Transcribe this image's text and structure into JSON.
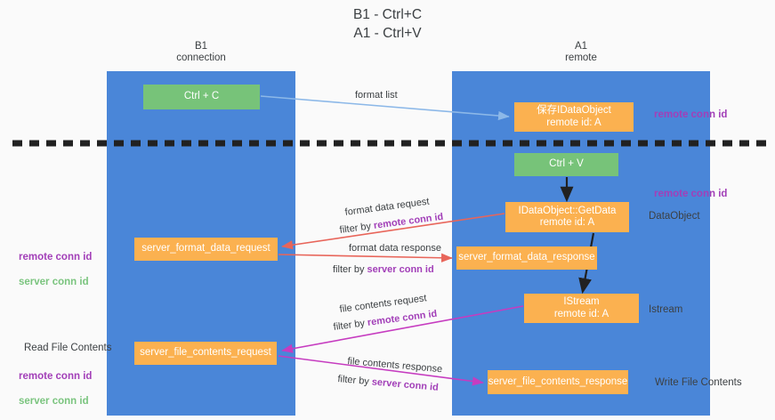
{
  "title": "B1 - Ctrl+C\nA1 - Ctrl+V",
  "lanes": [
    {
      "name": "b1",
      "head": "B1\nconnection",
      "color": "#4a86d8"
    },
    {
      "name": "a1",
      "head": "A1\nremote",
      "color": "#4a86d8"
    }
  ],
  "boxes": {
    "ctrl_c": "Ctrl + C",
    "save_dataobject": "保存IDataObject\nremote id: A",
    "ctrl_v": "Ctrl + V",
    "getdata": "IDataObject::GetData\nremote id: A",
    "server_format_data_request": "server_format_data_request",
    "server_format_data_response": "server_format_data_response",
    "istream": "IStream\nremote id: A",
    "server_file_contents_request": "server_file_contents_request",
    "server_file_contents_response": "server_file_contents_response"
  },
  "edge_labels": {
    "format_list": "format list",
    "format_data_request": "format data request",
    "filter_by_label": "filter by ",
    "remote_conn_id": "remote conn id",
    "server_conn_id": "server conn id",
    "format_data_response": "format data response",
    "file_contents_request": "file contents request",
    "file_contents_response": "file contents response"
  },
  "annotations_right": {
    "remote_conn_id_top": "remote conn id",
    "remote_conn_id_mid": "remote conn id",
    "dataobject": "DataObject",
    "istream": "Istream",
    "write_file_contents": "Write File Contents"
  },
  "annotations_left": {
    "remote_conn_id": "remote conn id",
    "server_conn_id": "server conn id",
    "read_file_contents": "Read File Contents",
    "remote_conn_id_2": "remote conn id",
    "server_conn_id_2": "server conn id"
  },
  "colors": {
    "lane": "#4a86d8",
    "green_box": "#77c379",
    "orange_box": "#fbb150",
    "purple_text": "#a23fb8",
    "green_text": "#7ac47e",
    "arrow_blue": "#8cb8e8",
    "arrow_red": "#e8655a",
    "arrow_magenta": "#c63cc0",
    "arrow_black": "#212121",
    "divider": "#212121",
    "background": "#fafafa"
  }
}
